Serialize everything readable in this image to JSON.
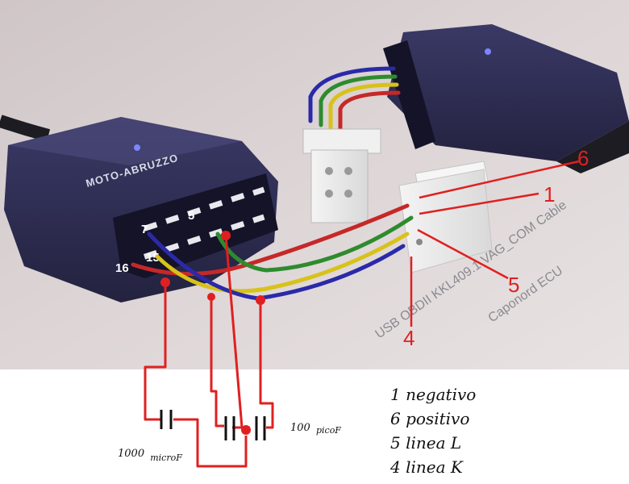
{
  "connector": {
    "brand": "MOTO-ABRUZZO",
    "pins": [
      "16",
      "15",
      "7",
      "5"
    ]
  },
  "plug": {
    "wire_numbers": [
      "6",
      "1",
      "5",
      "4"
    ]
  },
  "cable_label": {
    "line1": "USB OBDII KKL409.1 VAG_COM Cable",
    "line2": "Caponord ECU"
  },
  "capacitors": {
    "left_value": "1000",
    "left_unit": "microF",
    "right_value": "100",
    "right_unit": "picoF"
  },
  "legend": [
    "1 negativo",
    "6 positivo",
    "5 linea L",
    "4 linea K"
  ],
  "colors": {
    "background": "#d8cfd1",
    "connector_body": "#2e2d55",
    "annotation": "#e02020",
    "wire_red": "#c62828",
    "wire_green": "#2e8b2e",
    "wire_yellow": "#d8c21a",
    "wire_blue": "#2a2aa8"
  }
}
